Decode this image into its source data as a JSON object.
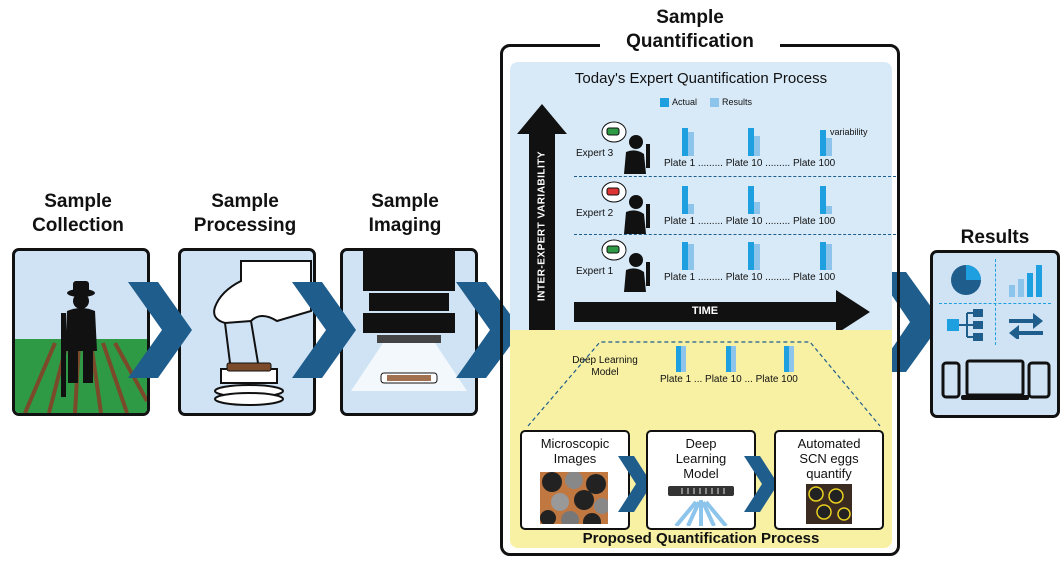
{
  "stages": {
    "collection": {
      "line1": "Sample",
      "line2": "Collection"
    },
    "processing": {
      "line1": "Sample",
      "line2": "Processing"
    },
    "imaging": {
      "line1": "Sample",
      "line2": "Imaging"
    },
    "quantification": {
      "line1": "Sample",
      "line2": "Quantification"
    },
    "results": {
      "title": "Results"
    }
  },
  "expert_process": {
    "title": "Today's Expert Quantification Process",
    "legend_actual": "Actual",
    "legend_results": "Results",
    "variability_label": "variability",
    "vertical_axis": "INTER-EXPERT VARIABILITY",
    "time_label": "TIME",
    "experts": [
      {
        "name": "Expert 3",
        "plate_labels": "Plate 1 ......... Plate 10 ......... Plate 100"
      },
      {
        "name": "Expert 2",
        "plate_labels": "Plate 1 ......... Plate 10 ......... Plate 100"
      },
      {
        "name": "Expert 1",
        "plate_labels": "Plate 1 ......... Plate 10 ......... Plate 100"
      }
    ]
  },
  "proposed_process": {
    "model_label_1": "Deep Learning",
    "model_label_2": "Model",
    "plate_labels": "Plate 1 ... Plate 10 ... Plate 100",
    "box1": {
      "line1": "Microscopic",
      "line2": "Images"
    },
    "box2": {
      "line1": "Deep",
      "line2": "Learning",
      "line3": "Model"
    },
    "box3": {
      "line1": "Automated",
      "line2": "SCN eggs",
      "line3": "quantify"
    },
    "title": "Proposed Quantification Process"
  },
  "colors": {
    "chevron": "#1f5d8c",
    "panel_blue": "#cfe3f5",
    "expert_bg": "#d8eaf8",
    "proposed_bg": "#f8f1a4",
    "bar_actual": "#1ea0e0",
    "bar_results": "#8cc4ec",
    "field_green": "#2e9a46",
    "soil_brown": "#7a4a2a"
  },
  "icons": [
    "farmer-icon",
    "sieve-icon",
    "microscope-icon",
    "pie-chart-icon",
    "bar-chart-icon",
    "network-icon",
    "swap-arrows-icon",
    "devices-icon"
  ]
}
